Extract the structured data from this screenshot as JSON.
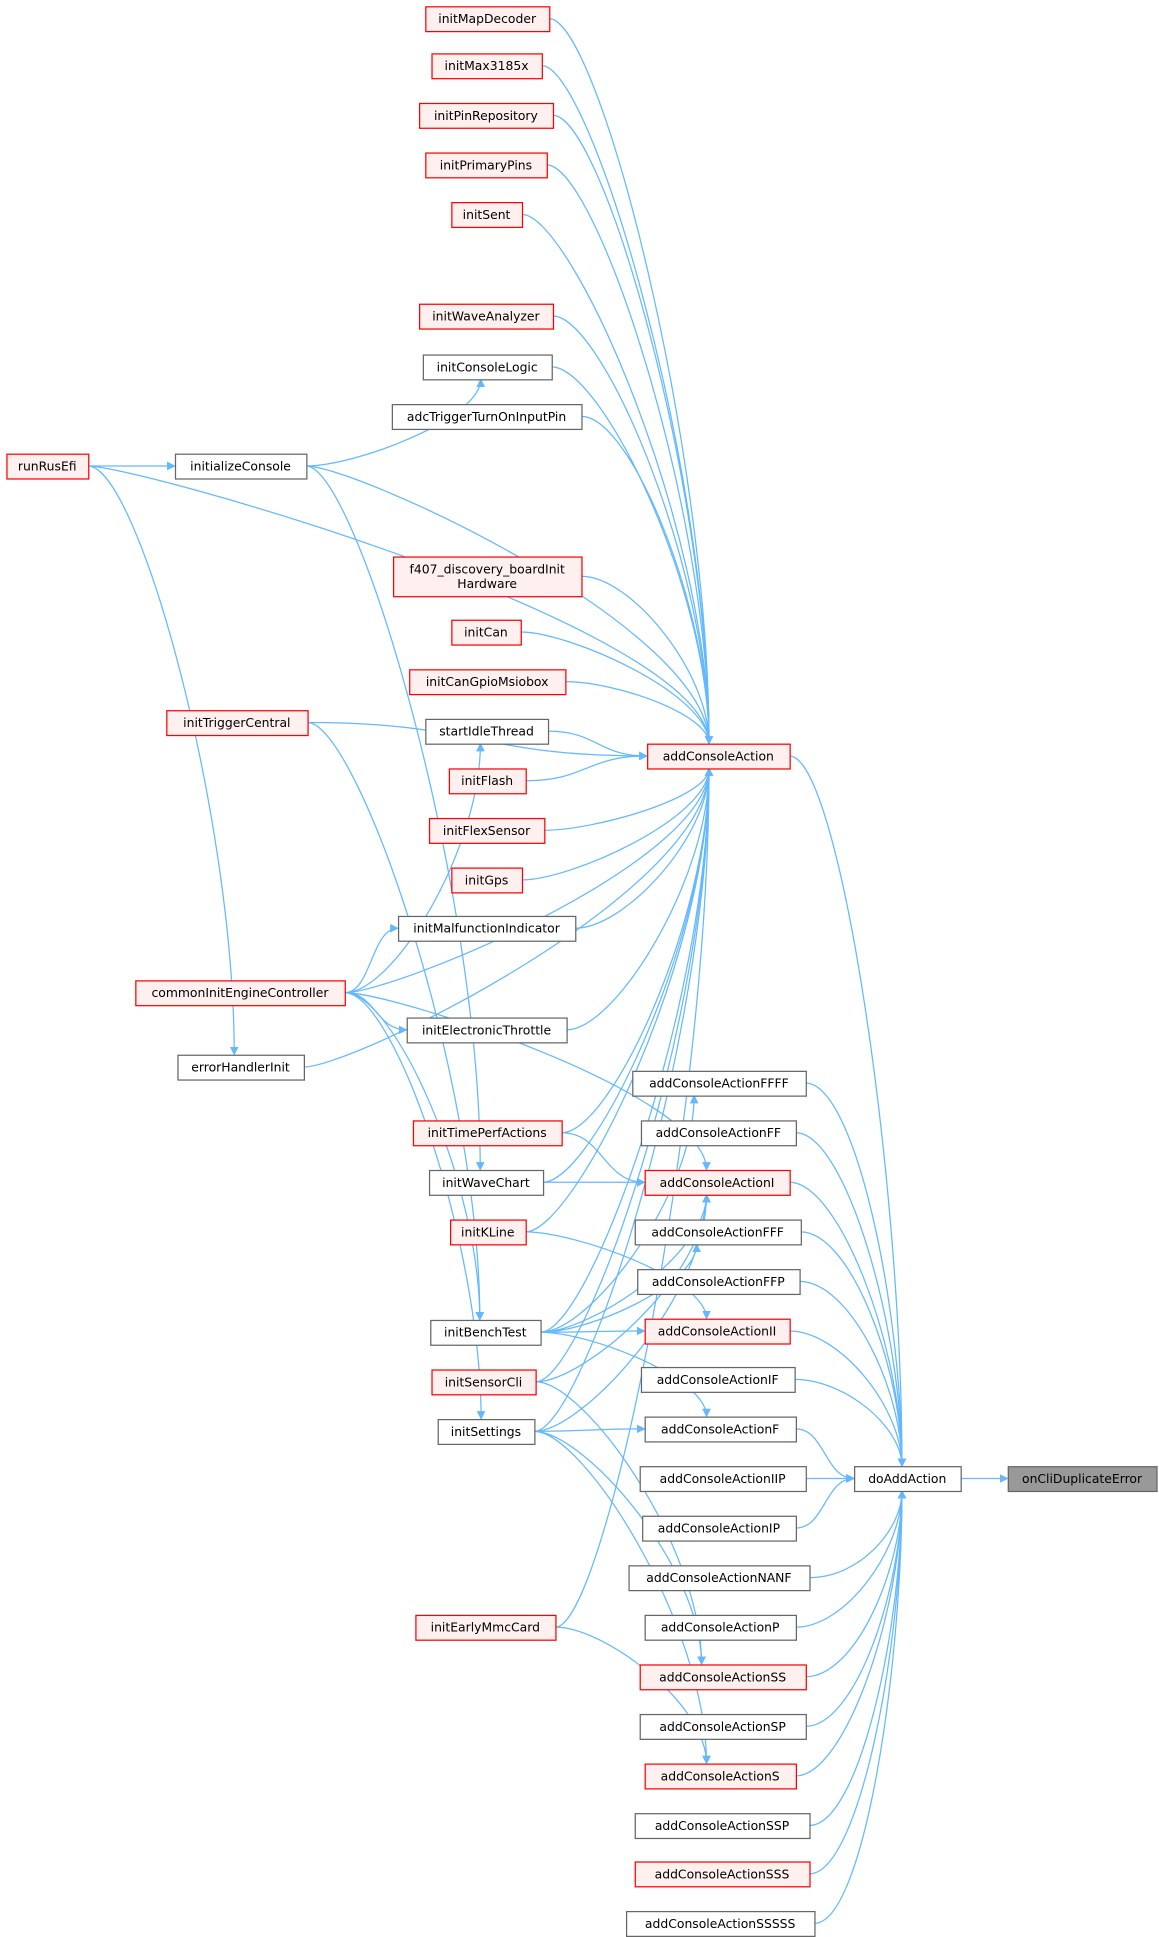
{
  "title": "onCliDuplicateError caller graph",
  "colors": {
    "edge": "#63b8ff",
    "highlight_border": "#ff0000",
    "highlight_fill": "#fff0f0",
    "current_fill": "#999999"
  },
  "nodes": {
    "initMapDecoder": {
      "label": "initMapDecoder",
      "style": "red"
    },
    "initMax3185x": {
      "label": "initMax3185x",
      "style": "red"
    },
    "initPinRepository": {
      "label": "initPinRepository",
      "style": "red"
    },
    "initPrimaryPins": {
      "label": "initPrimaryPins",
      "style": "red"
    },
    "initSent": {
      "label": "initSent",
      "style": "red"
    },
    "initWaveAnalyzer": {
      "label": "initWaveAnalyzer",
      "style": "red"
    },
    "initConsoleLogic": {
      "label": "initConsoleLogic",
      "style": "normal"
    },
    "adcTriggerTurnOnInputPin": {
      "label": "adcTriggerTurnOnInputPin",
      "style": "normal"
    },
    "f407": {
      "label": "f407_discovery_boardInit",
      "label2": "Hardware",
      "style": "red"
    },
    "initCan": {
      "label": "initCan",
      "style": "red"
    },
    "initCanGpioMsiobox": {
      "label": "initCanGpioMsiobox",
      "style": "red"
    },
    "startIdleThread": {
      "label": "startIdleThread",
      "style": "normal"
    },
    "initFlash": {
      "label": "initFlash",
      "style": "red"
    },
    "initFlexSensor": {
      "label": "initFlexSensor",
      "style": "red"
    },
    "initGps": {
      "label": "initGps",
      "style": "red"
    },
    "initMalfunctionIndicator": {
      "label": "initMalfunctionIndicator",
      "style": "normal"
    },
    "initElectronicThrottle": {
      "label": "initElectronicThrottle",
      "style": "normal"
    },
    "initTimePerfActions": {
      "label": "initTimePerfActions",
      "style": "red"
    },
    "initWaveChart": {
      "label": "initWaveChart",
      "style": "normal"
    },
    "initKLine": {
      "label": "initKLine",
      "style": "red"
    },
    "initBenchTest": {
      "label": "initBenchTest",
      "style": "normal"
    },
    "initSensorCli": {
      "label": "initSensorCli",
      "style": "red"
    },
    "initSettings": {
      "label": "initSettings",
      "style": "normal"
    },
    "initEarlyMmcCard": {
      "label": "initEarlyMmcCard",
      "style": "red"
    },
    "runRusEfi": {
      "label": "runRusEfi",
      "style": "red"
    },
    "initializeConsole": {
      "label": "initializeConsole",
      "style": "normal"
    },
    "initTriggerCentral": {
      "label": "initTriggerCentral",
      "style": "red"
    },
    "commonInitEngineController": {
      "label": "commonInitEngineController",
      "style": "red"
    },
    "errorHandlerInit": {
      "label": "errorHandlerInit",
      "style": "normal"
    },
    "addConsoleAction": {
      "label": "addConsoleAction",
      "style": "red"
    },
    "addConsoleActionFFFF": {
      "label": "addConsoleActionFFFF",
      "style": "normal"
    },
    "addConsoleActionFF": {
      "label": "addConsoleActionFF",
      "style": "normal"
    },
    "addConsoleActionI": {
      "label": "addConsoleActionI",
      "style": "red"
    },
    "addConsoleActionFFF": {
      "label": "addConsoleActionFFF",
      "style": "normal"
    },
    "addConsoleActionFFP": {
      "label": "addConsoleActionFFP",
      "style": "normal"
    },
    "addConsoleActionII": {
      "label": "addConsoleActionII",
      "style": "red"
    },
    "addConsoleActionIF": {
      "label": "addConsoleActionIF",
      "style": "normal"
    },
    "addConsoleActionF": {
      "label": "addConsoleActionF",
      "style": "normal"
    },
    "addConsoleActionIIP": {
      "label": "addConsoleActionIIP",
      "style": "normal"
    },
    "addConsoleActionIP": {
      "label": "addConsoleActionIP",
      "style": "normal"
    },
    "addConsoleActionNANF": {
      "label": "addConsoleActionNANF",
      "style": "normal"
    },
    "addConsoleActionP": {
      "label": "addConsoleActionP",
      "style": "normal"
    },
    "addConsoleActionSS": {
      "label": "addConsoleActionSS",
      "style": "red"
    },
    "addConsoleActionSP": {
      "label": "addConsoleActionSP",
      "style": "normal"
    },
    "addConsoleActionS": {
      "label": "addConsoleActionS",
      "style": "red"
    },
    "addConsoleActionSSP": {
      "label": "addConsoleActionSSP",
      "style": "normal"
    },
    "addConsoleActionSSS": {
      "label": "addConsoleActionSSS",
      "style": "red"
    },
    "addConsoleActionSSSSS": {
      "label": "addConsoleActionSSSSS",
      "style": "normal"
    },
    "doAddAction": {
      "label": "doAddAction",
      "style": "normal"
    },
    "onCliDuplicateError": {
      "label": "onCliDuplicateError",
      "style": "gray"
    }
  },
  "edges": [
    [
      "initMapDecoder",
      "addConsoleAction"
    ],
    [
      "initMax3185x",
      "addConsoleAction"
    ],
    [
      "initPinRepository",
      "addConsoleAction"
    ],
    [
      "initPrimaryPins",
      "addConsoleAction"
    ],
    [
      "initSent",
      "addConsoleAction"
    ],
    [
      "initWaveAnalyzer",
      "addConsoleAction"
    ],
    [
      "initConsoleLogic",
      "addConsoleAction"
    ],
    [
      "adcTriggerTurnOnInputPin",
      "addConsoleAction"
    ],
    [
      "f407",
      "addConsoleAction"
    ],
    [
      "initCan",
      "addConsoleAction"
    ],
    [
      "initCanGpioMsiobox",
      "addConsoleAction"
    ],
    [
      "startIdleThread",
      "addConsoleAction"
    ],
    [
      "initFlash",
      "addConsoleAction"
    ],
    [
      "initFlexSensor",
      "addConsoleAction"
    ],
    [
      "initGps",
      "addConsoleAction"
    ],
    [
      "initMalfunctionIndicator",
      "addConsoleAction"
    ],
    [
      "initElectronicThrottle",
      "addConsoleAction"
    ],
    [
      "initTimePerfActions",
      "addConsoleAction"
    ],
    [
      "initWaveChart",
      "addConsoleAction"
    ],
    [
      "initKLine",
      "addConsoleAction"
    ],
    [
      "initBenchTest",
      "addConsoleAction"
    ],
    [
      "initSensorCli",
      "addConsoleAction"
    ],
    [
      "initSettings",
      "addConsoleAction"
    ],
    [
      "initEarlyMmcCard",
      "addConsoleAction"
    ],
    [
      "runRusEfi",
      "addConsoleAction"
    ],
    [
      "runRusEfi",
      "initializeConsole"
    ],
    [
      "runRusEfi",
      "errorHandlerInit"
    ],
    [
      "initializeConsole",
      "initConsoleLogic"
    ],
    [
      "initializeConsole",
      "addConsoleAction"
    ],
    [
      "initializeConsole",
      "initWaveChart"
    ],
    [
      "initTriggerCentral",
      "addConsoleAction"
    ],
    [
      "initTriggerCentral",
      "initBenchTest"
    ],
    [
      "commonInitEngineController",
      "startIdleThread"
    ],
    [
      "commonInitEngineController",
      "initMalfunctionIndicator"
    ],
    [
      "commonInitEngineController",
      "initElectronicThrottle"
    ],
    [
      "commonInitEngineController",
      "addConsoleAction"
    ],
    [
      "commonInitEngineController",
      "addConsoleActionI"
    ],
    [
      "commonInitEngineController",
      "initBenchTest"
    ],
    [
      "commonInitEngineController",
      "initSettings"
    ],
    [
      "errorHandlerInit",
      "addConsoleAction"
    ],
    [
      "initTimePerfActions",
      "addConsoleActionI"
    ],
    [
      "initWaveChart",
      "addConsoleActionI"
    ],
    [
      "initKLine",
      "addConsoleActionII"
    ],
    [
      "initBenchTest",
      "addConsoleActionFFFF"
    ],
    [
      "initBenchTest",
      "addConsoleActionI"
    ],
    [
      "initBenchTest",
      "addConsoleActionFFF"
    ],
    [
      "initBenchTest",
      "addConsoleActionII"
    ],
    [
      "initBenchTest",
      "addConsoleActionF"
    ],
    [
      "initSensorCli",
      "addConsoleActionI"
    ],
    [
      "initSensorCli",
      "addConsoleActionSS"
    ],
    [
      "initSettings",
      "addConsoleActionI"
    ],
    [
      "initSettings",
      "addConsoleActionF"
    ],
    [
      "initSettings",
      "addConsoleActionSS"
    ],
    [
      "initSettings",
      "addConsoleActionS"
    ],
    [
      "initEarlyMmcCard",
      "addConsoleActionS"
    ],
    [
      "addConsoleAction",
      "doAddAction"
    ],
    [
      "addConsoleActionFFFF",
      "doAddAction"
    ],
    [
      "addConsoleActionFF",
      "doAddAction"
    ],
    [
      "addConsoleActionI",
      "doAddAction"
    ],
    [
      "addConsoleActionFFF",
      "doAddAction"
    ],
    [
      "addConsoleActionFFP",
      "doAddAction"
    ],
    [
      "addConsoleActionII",
      "doAddAction"
    ],
    [
      "addConsoleActionIF",
      "doAddAction"
    ],
    [
      "addConsoleActionF",
      "doAddAction"
    ],
    [
      "addConsoleActionIIP",
      "doAddAction"
    ],
    [
      "addConsoleActionIP",
      "doAddAction"
    ],
    [
      "addConsoleActionNANF",
      "doAddAction"
    ],
    [
      "addConsoleActionP",
      "doAddAction"
    ],
    [
      "addConsoleActionSS",
      "doAddAction"
    ],
    [
      "addConsoleActionSP",
      "doAddAction"
    ],
    [
      "addConsoleActionS",
      "doAddAction"
    ],
    [
      "addConsoleActionSSP",
      "doAddAction"
    ],
    [
      "addConsoleActionSSS",
      "doAddAction"
    ],
    [
      "addConsoleActionSSSSS",
      "doAddAction"
    ],
    [
      "doAddAction",
      "onCliDuplicateError"
    ]
  ]
}
